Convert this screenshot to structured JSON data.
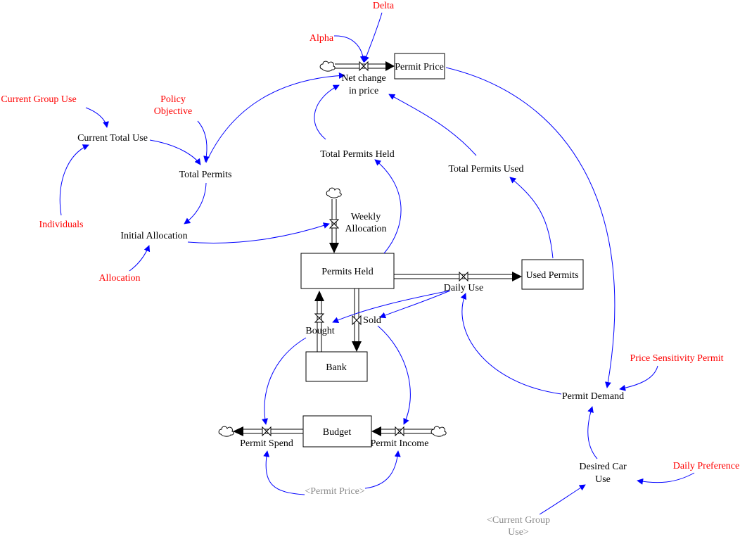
{
  "colors": {
    "link": "#0000ff",
    "constant_text": "#ff0000",
    "shadow_text": "#8c8c8c",
    "text": "#000000",
    "flow": "#000000"
  },
  "stocks": {
    "permit_price": "Permit Price",
    "permits_held": "Permits Held",
    "used_permits": "Used Permits",
    "bank": "Bank",
    "budget": "Budget"
  },
  "flows": {
    "net_change_l1": "Net change",
    "net_change_l2": "in price",
    "weekly_l1": "Weekly",
    "weekly_l2": "Allocation",
    "daily_use": "Daily Use",
    "bought": "Bought",
    "sold": "Sold",
    "permit_spend": "Permit Spend",
    "permit_income": "Permit Income"
  },
  "auxiliaries": {
    "current_total_use": "Current Total Use",
    "total_permits": "Total Permits",
    "initial_allocation": "Initial Allocation",
    "total_permits_held": "Total Permits Held",
    "total_permits_used": "Total Permits Used",
    "permit_demand": "Permit Demand",
    "desired_car_use_l1": "Desired Car",
    "desired_car_use_l2": "Use"
  },
  "constants": {
    "delta": "Delta",
    "alpha": "Alpha",
    "current_group_use": "Current Group Use",
    "policy_objective_l1": "Policy",
    "policy_objective_l2": "Objective",
    "individuals": "Individuals",
    "allocation": "Allocation",
    "price_sensitivity_permit": "Price Sensitivity Permit",
    "daily_preference": "Daily Preference"
  },
  "shadows": {
    "permit_price": "<Permit Price>",
    "current_group_use_l1": "<Current Group",
    "current_group_use_l2": "Use>"
  }
}
